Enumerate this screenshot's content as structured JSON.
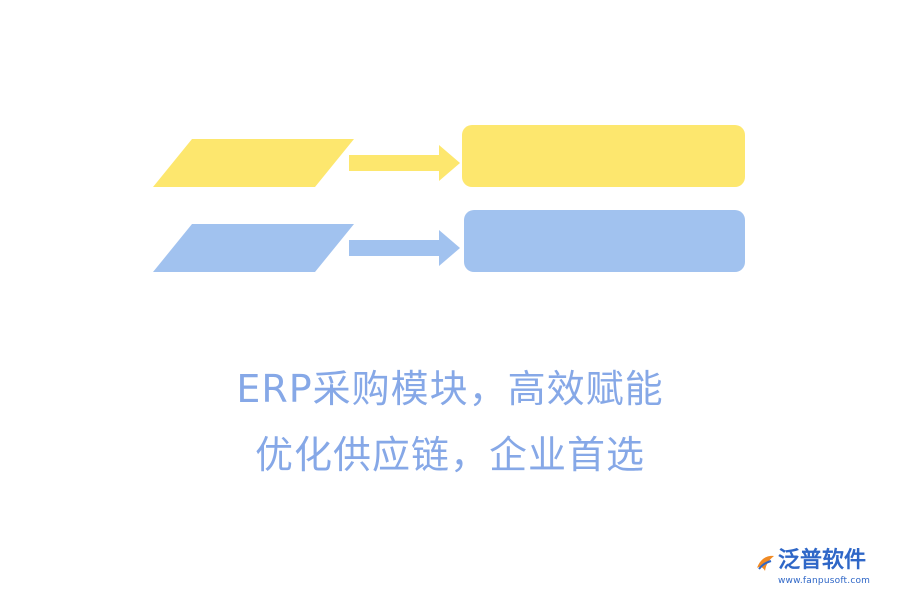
{
  "diagram": {
    "colors": {
      "yellow": "#fde76e",
      "blue": "#a1c2ef"
    },
    "rows": [
      {
        "name": "yellow-row",
        "fill": "#fde76e"
      },
      {
        "name": "blue-row",
        "fill": "#a1c2ef"
      }
    ]
  },
  "caption": {
    "line1": "ERP采购模块，高效赋能",
    "line2": "优化供应链，企业首选",
    "color": "#86a8e7"
  },
  "logo": {
    "text": "泛普软件",
    "url": "www.fanpusoft.com",
    "color": "#2f67c7",
    "icon": "fanpu-logo-icon"
  }
}
